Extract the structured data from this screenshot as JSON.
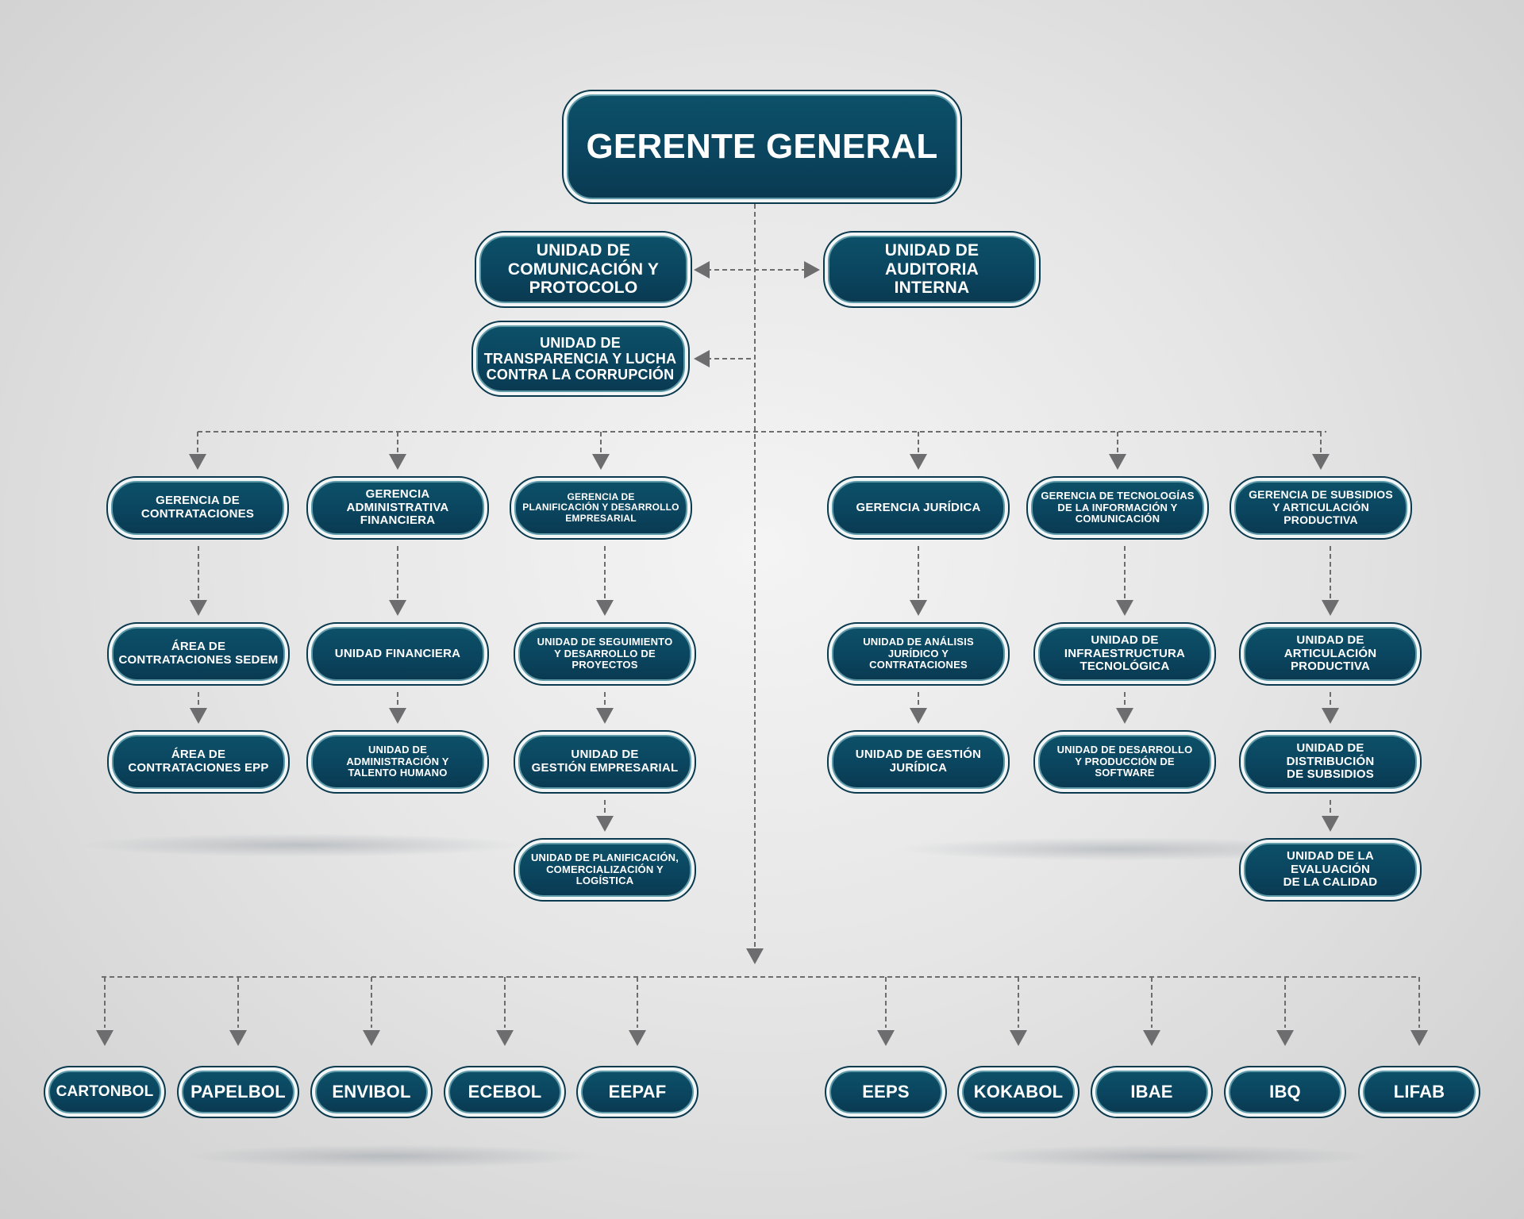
{
  "top": {
    "title": "GERENTE GENERAL"
  },
  "staff": {
    "comunicacion": "UNIDAD DE\nCOMUNICACIÓN Y\nPROTOCOLO",
    "auditoria": "UNIDAD DE\nAUDITORIA\nINTERNA",
    "transparencia": "UNIDAD DE\nTRANSPARENCIA Y LUCHA\nCONTRA LA CORRUPCIÓN"
  },
  "gerencias": [
    {
      "title": "GERENCIA DE\nCONTRATACIONES",
      "units": [
        "ÁREA DE\nCONTRATACIONES SEDEM",
        "ÁREA DE\nCONTRATACIONES EPP"
      ]
    },
    {
      "title": "GERENCIA\nADMINISTRATIVA\nFINANCIERA",
      "units": [
        "UNIDAD FINANCIERA",
        "UNIDAD DE\nADMINISTRACIÓN Y\nTALENTO HUMANO"
      ]
    },
    {
      "title": "GERENCIA DE\nPLANIFICACIÓN Y DESARROLLO\nEMPRESARIAL",
      "units": [
        "UNIDAD DE SEGUIMIENTO\nY DESARROLLO DE\nPROYECTOS",
        "UNIDAD DE\nGESTIÓN EMPRESARIAL",
        "UNIDAD DE PLANIFICACIÓN,\nCOMERCIALIZACIÓN Y\nLOGÍSTICA"
      ]
    },
    {
      "title": "GERENCIA JURÍDICA",
      "units": [
        "UNIDAD DE ANÁLISIS\nJURÍDICO Y\nCONTRATACIONES",
        "UNIDAD DE GESTIÓN\nJURÍDICA"
      ]
    },
    {
      "title": "GERENCIA DE TECNOLOGÍAS\nDE LA INFORMACIÓN Y\nCOMUNICACIÓN",
      "units": [
        "UNIDAD DE\nINFRAESTRUCTURA\nTECNOLÓGICA",
        "UNIDAD DE DESARROLLO\nY PRODUCCIÓN DE\nSOFTWARE"
      ]
    },
    {
      "title": "GERENCIA DE SUBSIDIOS\nY ARTICULACIÓN\nPRODUCTIVA",
      "units": [
        "UNIDAD DE\nARTICULACIÓN\nPRODUCTIVA",
        "UNIDAD DE\nDISTRIBUCIÓN\nDE SUBSIDIOS",
        "UNIDAD DE LA\nEVALUACIÓN\nDE LA CALIDAD"
      ]
    }
  ],
  "empresas": [
    "CARTONBOL",
    "PAPELBOL",
    "ENVIBOL",
    "ECEBOL",
    "EEPAF",
    "EEPS",
    "KOKABOL",
    "IBAE",
    "IBQ",
    "LIFAB"
  ],
  "colors": {
    "box": "#0b4660",
    "line": "#6d6d70"
  }
}
